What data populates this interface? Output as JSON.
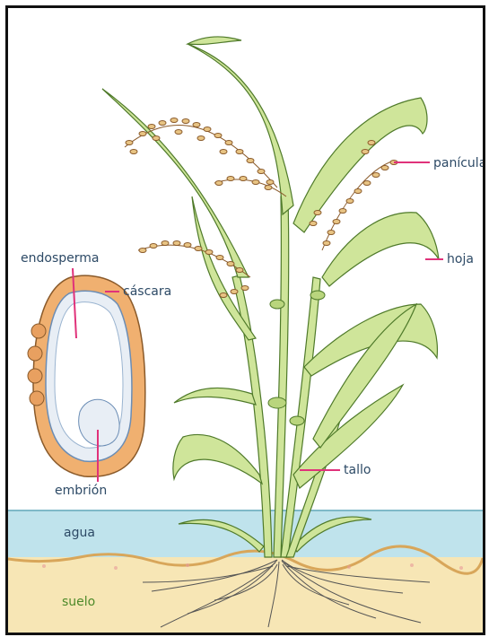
{
  "labels": {
    "panicula": "panícula",
    "hoja": "hoja",
    "endosperma": "endosperma",
    "cascara": "cáscara",
    "tallo": "tallo",
    "embrion": "embrión",
    "agua": "agua",
    "suelo": "suelo"
  },
  "colors": {
    "leaf_fill": "#cfe59a",
    "leaf_stroke": "#4f7a2a",
    "grain_fill": "#e8c484",
    "grain_stroke": "#8a5a2a",
    "water": "#bfe3ec",
    "soil": "#f7e6b5",
    "pointer": "#e0327a"
  }
}
